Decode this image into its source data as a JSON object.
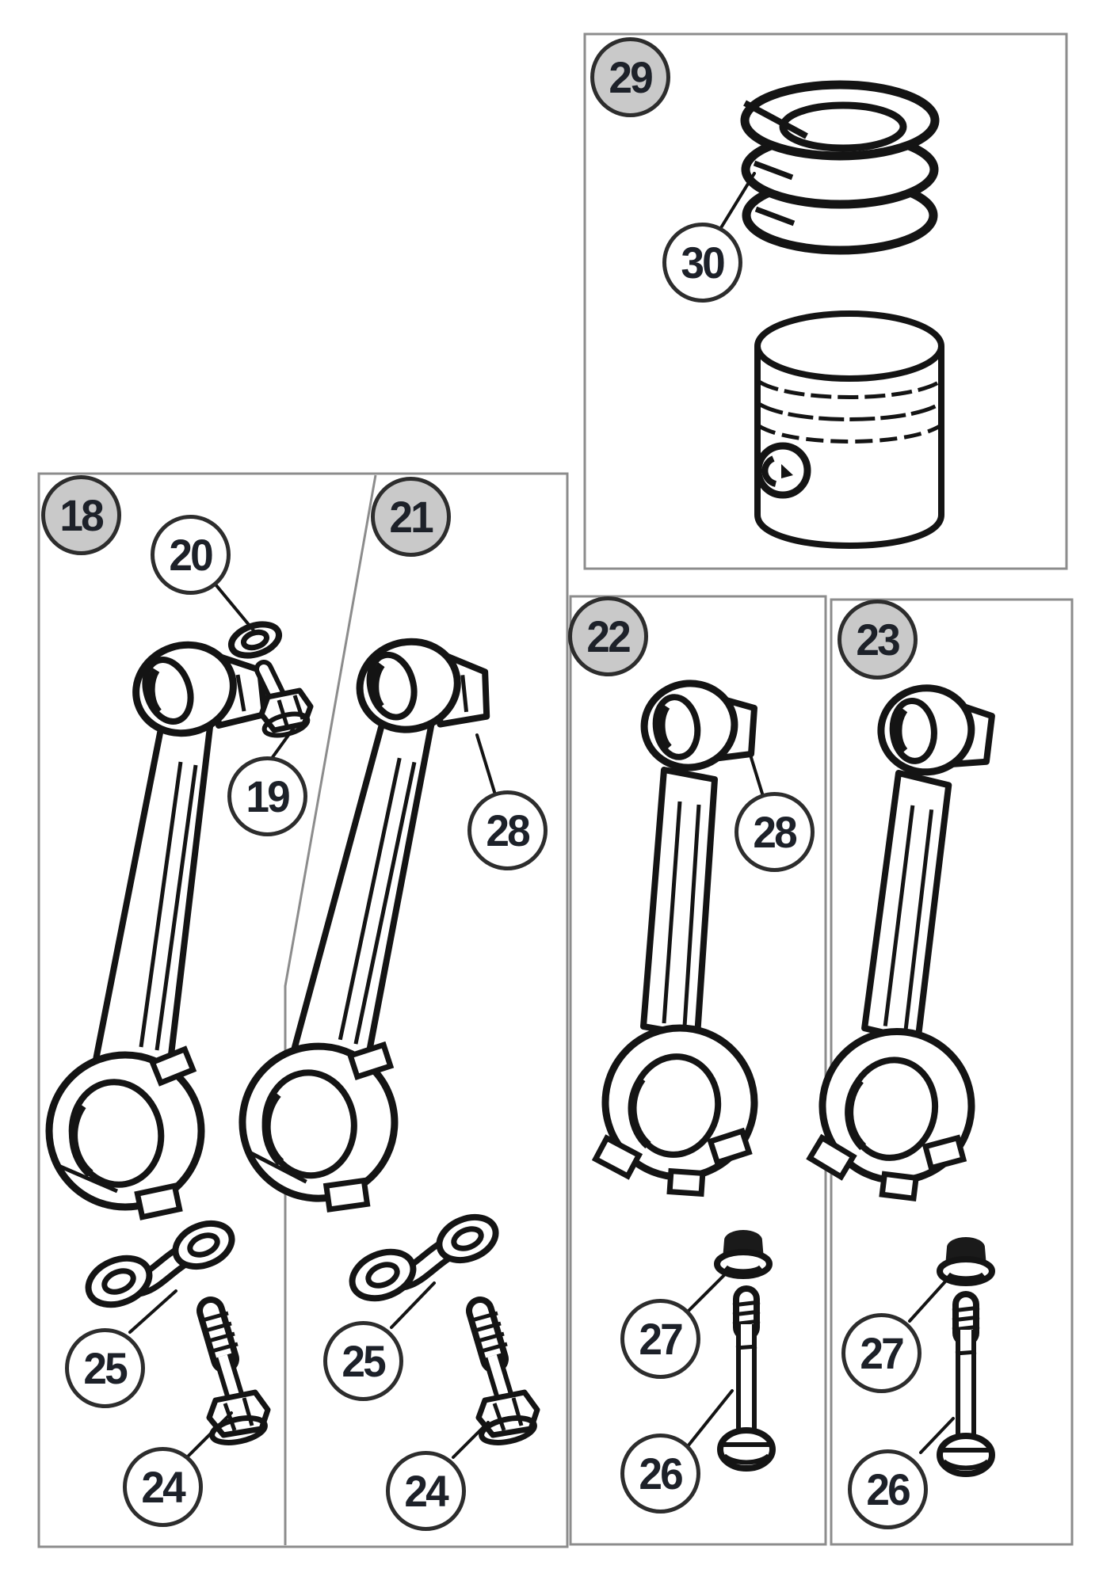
{
  "labels": {
    "panel_18": "18",
    "panel_21": "21",
    "panel_22": "22",
    "panel_23": "23",
    "panel_29": "29",
    "part_19": "19",
    "part_20": "20",
    "part_24": "24",
    "part_25": "25",
    "part_26": "26",
    "part_27": "27",
    "part_28": "28",
    "part_30": "30"
  },
  "panels": [
    {
      "badge": "18",
      "part_callouts": [
        "20",
        "19",
        "25",
        "24"
      ]
    },
    {
      "badge": "21",
      "part_callouts": [
        "28",
        "25",
        "24"
      ]
    },
    {
      "badge": "22",
      "part_callouts": [
        "28",
        "27",
        "26"
      ]
    },
    {
      "badge": "23",
      "part_callouts": [
        "27",
        "26"
      ]
    },
    {
      "badge": "29",
      "part_callouts": [
        "30"
      ]
    }
  ],
  "colors": {
    "badge_fill": "#c9c9c9",
    "callout_fill": "#ffffff",
    "circle_stroke": "#2d2d2d",
    "box_border": "#8c8c8c",
    "ink": "#141414",
    "number_text": "#1d2129"
  }
}
